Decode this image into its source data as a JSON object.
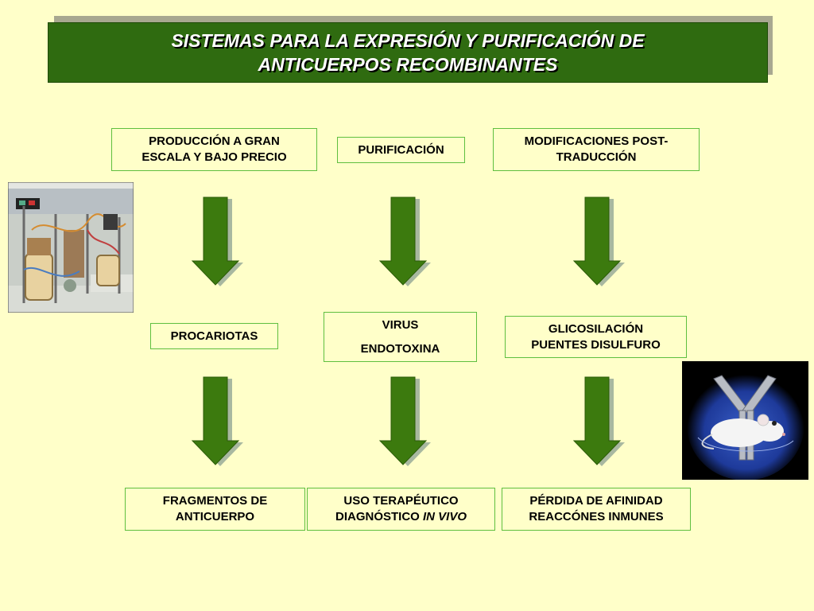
{
  "title": {
    "line1": "SISTEMAS PARA LA EXPRESIÓN Y PURIFICACIÓN DE",
    "line2": "ANTICUERPOS RECOMBINANTES"
  },
  "boxes": {
    "produccion": {
      "line1": "PRODUCCIÓN A GRAN",
      "line2": "ESCALA Y BAJO PRECIO"
    },
    "purificacion": {
      "line1": "PURIFICACIÓN"
    },
    "modificaciones": {
      "line1": "MODIFICACIONES POST-",
      "line2": "TRADUCCIÓN"
    },
    "procariotas": {
      "line1": "PROCARIOTAS"
    },
    "virus": {
      "line1": "VIRUS",
      "line2": "ENDOTOXINA"
    },
    "glicosilacion": {
      "line1": "GLICOSILACIÓN",
      "line2": "PUENTES DISULFURO"
    },
    "fragmentos": {
      "line1": "FRAGMENTOS DE",
      "line2": "ANTICUERPO"
    },
    "uso": {
      "line1": "USO TERAPÉUTICO",
      "line2a": "DIAGNÓSTICO ",
      "line2b": "IN VIVO"
    },
    "perdida": {
      "line1": "PÉRDIDA DE AFINIDAD",
      "line2": "REACCÓNES INMUNES"
    }
  },
  "colors": {
    "background": "#FFFFC9",
    "title_fill": "#2F6B10",
    "arrow_fill": "#3C7A0E",
    "box_border": "#5FBF3F"
  },
  "icons": {
    "photo_left": "bioreactor-photo",
    "photo_right": "mouse-antibody-image",
    "arrows": "down-arrow-icon"
  }
}
